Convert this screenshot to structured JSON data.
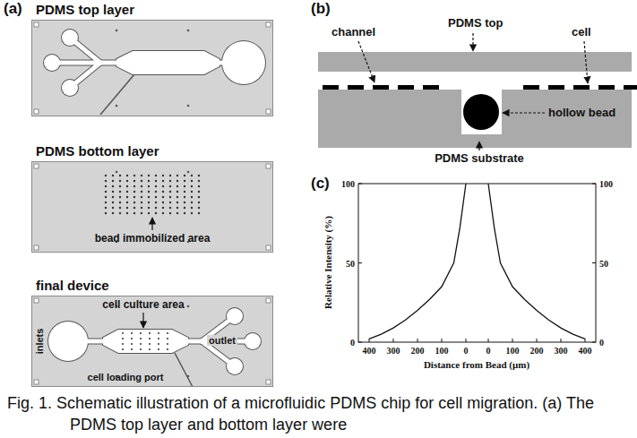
{
  "diagram": {
    "caption": "Fig. 1. Schematic illustration of a microfluidic PDMS chip for cell migration. (a) The PDMS top layer and bottom layer were",
    "nodes": [
      {
        "text": [
          "PDMS top layer"
        ]
      },
      {
        "text": [
          "PDMS bottom layer"
        ]
      },
      {
        "text": [
          "final device"
        ]
      }
    ],
    "labels": [
      "(a)",
      "(b)",
      "(c)",
      "bead immobilized area",
      "cell culture area",
      "inlets",
      "outlet",
      "cell loading port",
      "channel",
      "PDMS top",
      "cell",
      "hollow bead",
      "PDMS substrate",
      "100",
      "50",
      "0",
      "100",
      "50",
      "0",
      "400",
      "300",
      "200",
      "100",
      "0",
      "0",
      "100",
      "200",
      "300",
      "400",
      "Relative Intensity (%)",
      "Distance from Bead (μm)"
    ]
  }
}
